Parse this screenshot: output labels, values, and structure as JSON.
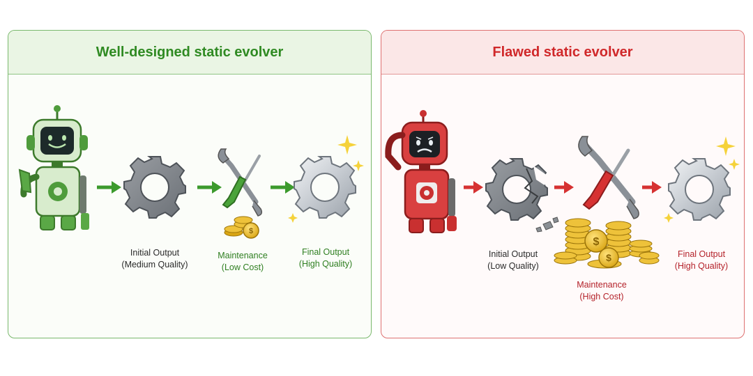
{
  "panels": {
    "good": {
      "title": "Well-designed static evolver",
      "accent": "#3c9a2d",
      "steps": {
        "initial": {
          "line1": "Initial Output",
          "line2": "(Medium Quality)"
        },
        "maintenance": {
          "line1": "Maintenance",
          "line2": "(Low Cost)"
        },
        "final": {
          "line1": "Final Output",
          "line2": "(High Quality)"
        }
      },
      "icons": [
        "robot-happy-icon",
        "gear-icon",
        "wrench-screwdriver-icon",
        "coins-icon",
        "shiny-gear-icon",
        "sparkle-icon"
      ]
    },
    "bad": {
      "title": "Flawed static evolver",
      "accent": "#d63232",
      "steps": {
        "initial": {
          "line1": "Initial Output",
          "line2": "(Low Quality)"
        },
        "maintenance": {
          "line1": "Maintenance",
          "line2": "(High Cost)"
        },
        "final": {
          "line1": "Final Output",
          "line2": "(High Quality)"
        }
      },
      "icons": [
        "robot-worried-icon",
        "cracked-gear-icon",
        "wrench-screwdriver-icon",
        "coin-pile-icon",
        "shiny-gear-icon",
        "sparkle-icon"
      ]
    }
  }
}
